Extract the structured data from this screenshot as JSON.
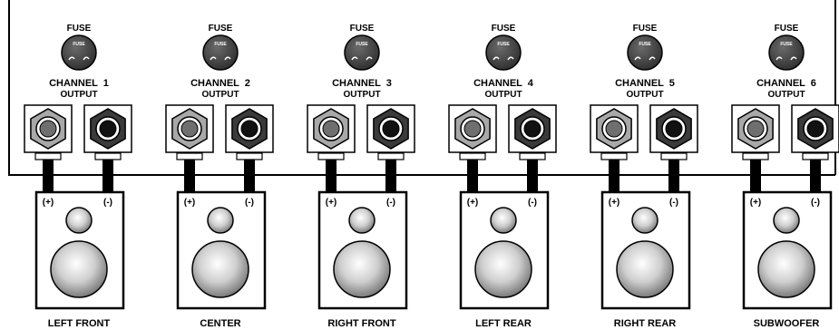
{
  "fuse_label": "FUSE",
  "fuse_cap_text": "FUSE",
  "output_label": "OUTPUT",
  "plus_label": "(+)",
  "minus_label": "(-)",
  "colors": {
    "panel_bg": "#ffffff",
    "outline": "#000000",
    "fuse_cap": "#4a4a4a",
    "jack_positive": "#a8a8a8",
    "jack_negative": "#3a3a3a",
    "wire": "#000000"
  },
  "icons": [
    "fuse-icon",
    "binding-post-icon",
    "tweeter-icon",
    "woofer-icon"
  ],
  "channels": [
    {
      "title": "CHANNEL  1",
      "speaker": "LEFT FRONT"
    },
    {
      "title": "CHANNEL  2",
      "speaker": "CENTER"
    },
    {
      "title": "CHANNEL  3",
      "speaker": "RIGHT FRONT"
    },
    {
      "title": "CHANNEL  4",
      "speaker": "LEFT REAR"
    },
    {
      "title": "CHANNEL  5",
      "speaker": "RIGHT REAR"
    },
    {
      "title": "CHANNEL  6",
      "speaker": "SUBWOOFER"
    }
  ]
}
